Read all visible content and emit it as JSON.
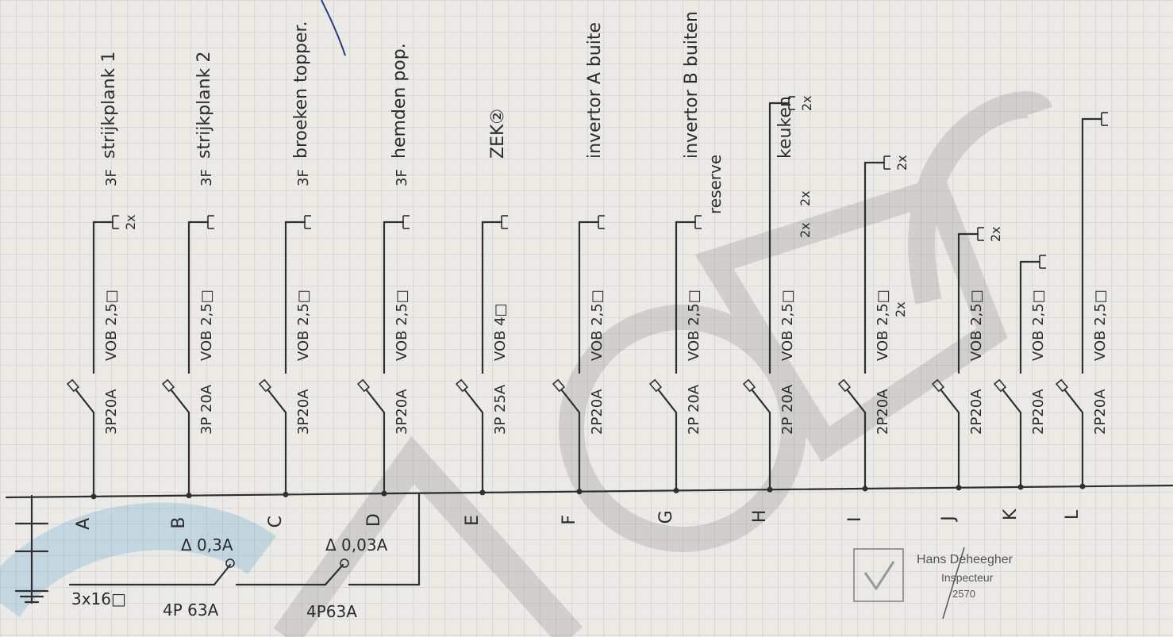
{
  "feed": {
    "cable": "3x16□",
    "main_switch_1": "4P 63A",
    "differential_1": "Δ 0,3A",
    "main_switch_2": "4P63A",
    "differential_2": "Δ 0,03A"
  },
  "circuits": [
    {
      "letter": "A",
      "breaker": "3P20A",
      "cable": "VOB 2,5□",
      "phase": "3F",
      "outlets": "2x",
      "label": "strijkplank 1"
    },
    {
      "letter": "B",
      "breaker": "3P 20A",
      "cable": "VOB 2,5□",
      "phase": "3F",
      "outlets": "",
      "label": "strijkplank 2"
    },
    {
      "letter": "C",
      "breaker": "3P20A",
      "cable": "VOB 2,5□",
      "phase": "3F",
      "outlets": "",
      "label": "broeken topper."
    },
    {
      "letter": "D",
      "breaker": "3P20A",
      "cable": "VOB 2,5□",
      "phase": "3F",
      "outlets": "",
      "label": "hemden pop."
    },
    {
      "letter": "E",
      "breaker": "3P 25A",
      "cable": "VOB 4□",
      "phase": "",
      "outlets": "",
      "label": "ZEK②"
    },
    {
      "letter": "F",
      "breaker": "2P20A",
      "cable": "VOB 2,5□",
      "phase": "",
      "outlets": "",
      "label": "invertor A buite"
    },
    {
      "letter": "G",
      "breaker": "2P 20A",
      "cable": "VOB 2,5□",
      "phase": "",
      "outlets": "",
      "label": "invertor B buiten"
    },
    {
      "letter": "H",
      "breaker": "2P 20A",
      "cable": "VOB 2,5□",
      "phase": "",
      "outlets": "2x",
      "label": "keuken"
    },
    {
      "letter": "I",
      "breaker": "2P20A",
      "cable": "VOB 2,5□",
      "phase": "",
      "outlets": "2x",
      "label": ""
    },
    {
      "letter": "J",
      "breaker": "2P20A",
      "cable": "VOB 2,5□",
      "phase": "",
      "outlets": "2x",
      "label": ""
    },
    {
      "letter": "K",
      "breaker": "2P20A",
      "cable": "VOB 2,5□",
      "phase": "",
      "outlets": "",
      "label": ""
    },
    {
      "letter": "L",
      "breaker": "2P20A",
      "cable": "VOB 2,5□",
      "phase": "",
      "outlets": "",
      "label": ""
    }
  ],
  "notes": {
    "reserve": "reserve",
    "outlets_h2": "2x",
    "outlets_h3": "2x",
    "outlets_i2": "2x"
  },
  "stamp": {
    "name": "Hans Deheegher",
    "role": "Inspecteur",
    "number": "2570"
  },
  "colors": {
    "ink": "#2b2b2b",
    "watermark": "#8a8a8a",
    "watermark_blue": "#5aa6d6",
    "pen_blue": "#2a3b8f"
  }
}
